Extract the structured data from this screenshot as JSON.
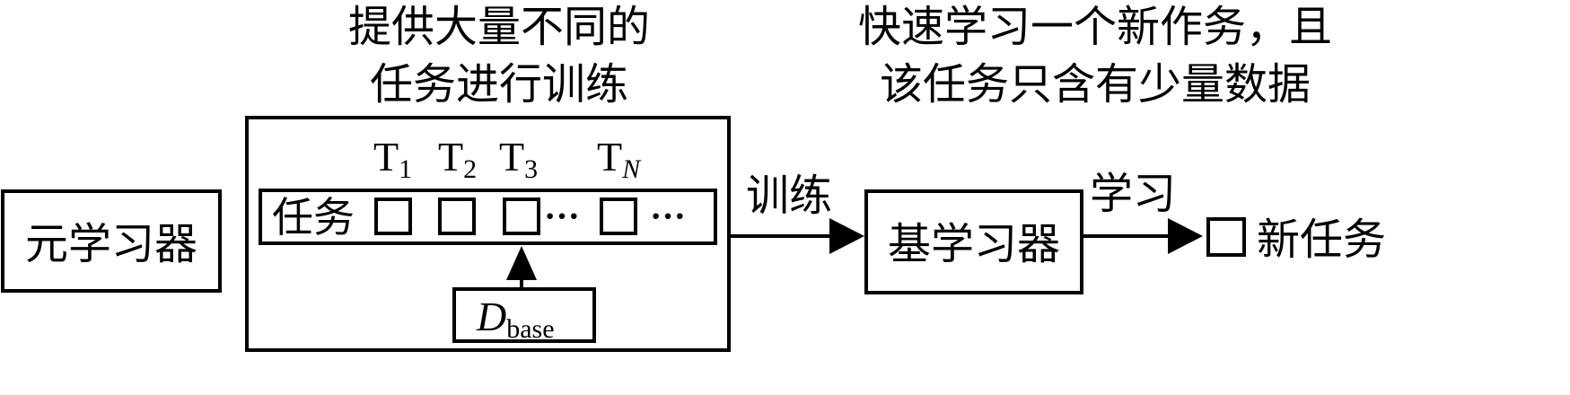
{
  "caption_left": {
    "line1": "提供大量不同的",
    "line2": "任务进行训练"
  },
  "caption_right": {
    "line1": "快速学习一个新作务，且",
    "line2": "该任务只含有少量数据"
  },
  "meta_learner": {
    "label": "元学习器"
  },
  "task_panel": {
    "row_label": "任务",
    "ellipsis_1": "···",
    "ellipsis_2": "···",
    "task_headers": [
      {
        "base": "T",
        "sub": "1"
      },
      {
        "base": "T",
        "sub": "2"
      },
      {
        "base": "T",
        "sub": "3"
      },
      {
        "base": "T",
        "sub": "N"
      }
    ],
    "dataset": {
      "base": "D",
      "sub": "base"
    }
  },
  "arrow_train_label": "训练",
  "base_learner": {
    "label": "基学习器"
  },
  "arrow_learn_label": "学习",
  "new_task": {
    "label": "新任务"
  }
}
